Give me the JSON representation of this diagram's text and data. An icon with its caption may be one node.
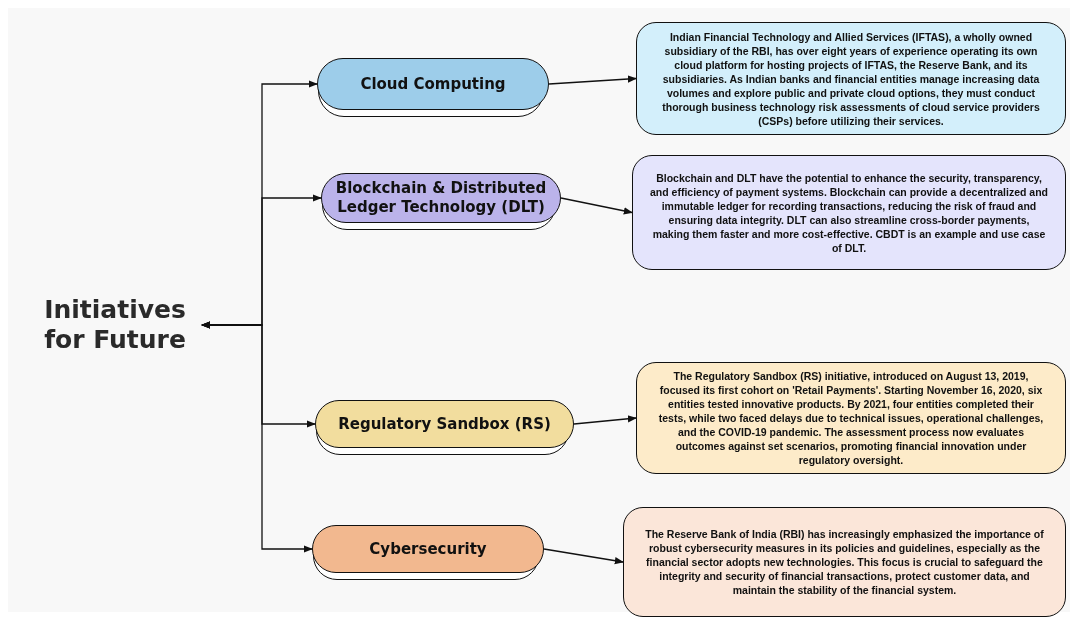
{
  "diagram": {
    "nodes": [
      {
        "text": [
          "Initiatives for Future"
        ]
      },
      {
        "text": [
          "Cloud Computing"
        ]
      },
      {
        "text": [
          "Indian Financial Technology and Allied Services (IFTAS), a wholly owned subsidiary of the RBI, has over eight years of experience operating its own cloud platform for hosting projects of IFTAS, the Reserve Bank, and its subsidiaries. As Indian banks and financial entities manage increasing data volumes and explore public and private cloud options, they must conduct thorough business technology risk assessments of cloud service providers (CSPs) before utilizing their services."
        ]
      },
      {
        "text": [
          "Blockchain & Distributed Ledger Technology (DLT)"
        ]
      },
      {
        "text": [
          "Blockchain and DLT have the potential to enhance the security, transparency, and efficiency of payment systems. Blockchain can provide a decentralized and immutable ledger for recording transactions, reducing the risk of fraud and ensuring data integrity. DLT can also streamline cross-border payments, making them faster and more cost-effective. CBDT is an example and use case of DLT."
        ]
      },
      {
        "text": [
          "Regulatory Sandbox (RS)"
        ]
      },
      {
        "text": [
          "The Regulatory Sandbox (RS) initiative, introduced on August 13, 2019, focused its first cohort on 'Retail Payments'. Starting November 16, 2020, six entities tested innovative products. By 2021, four entities completed their tests, while two faced delays due to technical issues, operational challenges, and the COVID-19 pandemic. The assessment process now evaluates outcomes against set scenarios, promoting financial innovation under regulatory oversight."
        ]
      },
      {
        "text": [
          "Cybersecurity"
        ]
      },
      {
        "text": [
          "The Reserve Bank of India (RBI) has increasingly emphasized the importance of robust cybersecurity measures in its policies and guidelines, especially as the financial sector adopts new technologies. This focus is crucial to safeguard the integrity and security of financial transactions, protect customer data, and maintain the stability of the financial system."
        ]
      }
    ],
    "edges": [
      {
        "from": 0,
        "to": 1,
        "arrow": "both"
      },
      {
        "from": 0,
        "to": 3,
        "arrow": "both"
      },
      {
        "from": 0,
        "to": 5,
        "arrow": "both"
      },
      {
        "from": 0,
        "to": 7,
        "arrow": "both"
      },
      {
        "from": 1,
        "to": 2,
        "arrow": "to"
      },
      {
        "from": 3,
        "to": 4,
        "arrow": "to"
      },
      {
        "from": 5,
        "to": 6,
        "arrow": "to"
      },
      {
        "from": 7,
        "to": 8,
        "arrow": "to"
      }
    ]
  }
}
